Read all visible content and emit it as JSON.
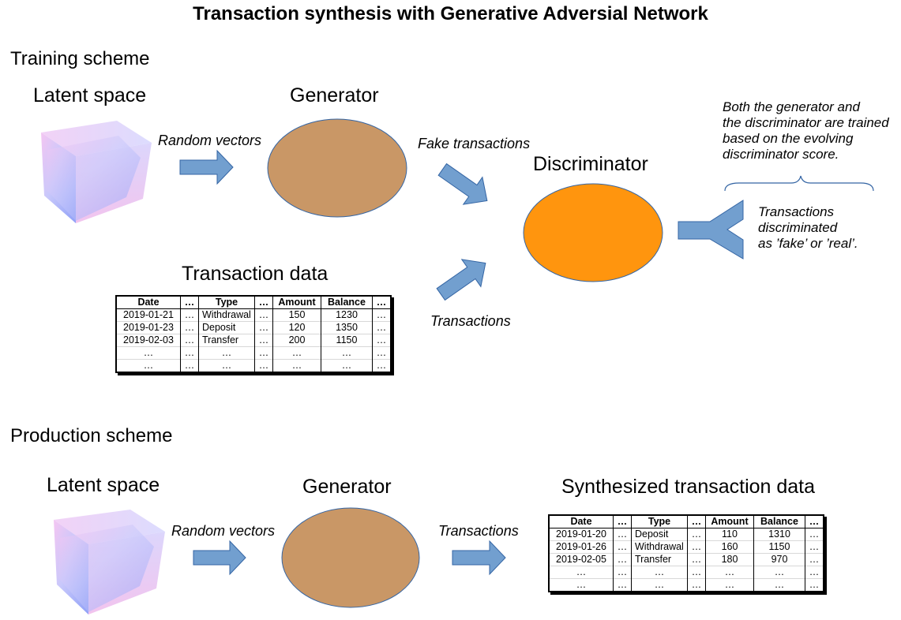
{
  "title": "Transaction synthesis with Generative Adversial Network",
  "training": {
    "heading": "Training scheme",
    "latent_label": "Latent space",
    "random_vectors": "Random vectors",
    "generator_label": "Generator",
    "fake_transactions": "Fake transactions",
    "discriminator_label": "Discriminator",
    "data_label": "Transaction data",
    "transactions": "Transactions",
    "note_lines": [
      "Both the generator and",
      "the discriminator are trained",
      "based on the evolving",
      "discriminator score."
    ],
    "output_lines": [
      "Transactions",
      "discriminated",
      "as ’fake’ or ’real’."
    ],
    "table": {
      "headers": [
        "Date",
        "…",
        "Type",
        "…",
        "Amount",
        "Balance",
        "…"
      ],
      "rows": [
        [
          "2019-01-21",
          "…",
          "Withdrawal",
          "…",
          "150",
          "1230",
          "…"
        ],
        [
          "2019-01-23",
          "…",
          "Deposit",
          "…",
          "120",
          "1350",
          "…"
        ],
        [
          "2019-02-03",
          "…",
          "Transfer",
          "…",
          "200",
          "1150",
          "…"
        ],
        [
          "…",
          "…",
          "…",
          "…",
          "…",
          "…",
          "…"
        ],
        [
          "…",
          "…",
          "…",
          "…",
          "…",
          "…",
          "…"
        ]
      ]
    }
  },
  "production": {
    "heading": "Production scheme",
    "latent_label": "Latent space",
    "random_vectors": "Random vectors",
    "generator_label": "Generator",
    "transactions": "Transactions",
    "synth_label": "Synthesized transaction data",
    "table": {
      "headers": [
        "Date",
        "…",
        "Type",
        "…",
        "Amount",
        "Balance",
        "…"
      ],
      "rows": [
        [
          "2019-01-20",
          "…",
          "Deposit",
          "…",
          "110",
          "1310",
          "…"
        ],
        [
          "2019-01-26",
          "…",
          "Withdrawal",
          "…",
          "160",
          "1150",
          "…"
        ],
        [
          "2019-02-05",
          "…",
          "Transfer",
          "…",
          "180",
          "970",
          "…"
        ],
        [
          "…",
          "…",
          "…",
          "…",
          "…",
          "…",
          "…"
        ],
        [
          "…",
          "…",
          "…",
          "…",
          "…",
          "…",
          "…"
        ]
      ]
    }
  },
  "colors": {
    "arrow_fill": "#729fcf",
    "arrow_stroke": "#3465a4",
    "generator_fill": "#c99766",
    "discriminator_fill": "#ff950e",
    "ellipse_stroke": "#3465a4"
  }
}
